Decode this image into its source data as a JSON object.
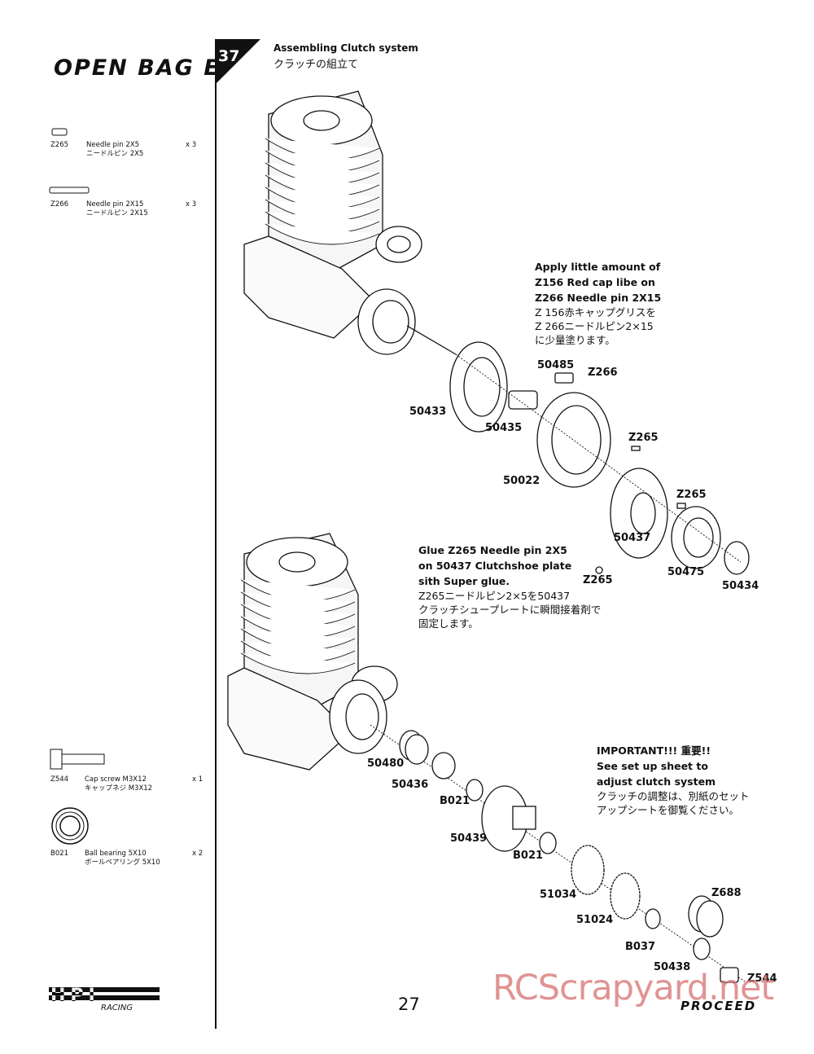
{
  "header": {
    "bag_title": "OPEN BAG  E",
    "step_number": "37",
    "step_title": "Assembling Clutch system",
    "step_title_jp": "クラッチの組立て"
  },
  "parts_top": [
    {
      "code": "Z265",
      "name": "Needle pin 2X5",
      "name_jp": "ニードルピン 2X5",
      "qty": "x 3",
      "icon": "needle-pin-short-icon"
    },
    {
      "code": "Z266",
      "name": "Needle pin 2X15",
      "name_jp": "ニードルピン 2X15",
      "qty": "x 3",
      "icon": "needle-pin-long-icon"
    }
  ],
  "parts_bottom": [
    {
      "code": "Z544",
      "name": "Cap screw M3X12",
      "name_jp": "キャップネジ M3X12",
      "qty": "x 1",
      "icon": "cap-screw-icon"
    },
    {
      "code": "B021",
      "name": "Ball bearing 5X10",
      "name_jp": "ボールベアリング 5X10",
      "qty": "x 2",
      "icon": "ball-bearing-icon"
    }
  ],
  "notes": {
    "apply": [
      "Apply little amount of",
      "Z156 Red cap libe on",
      "Z266 Needle pin 2X15"
    ],
    "apply_jp": [
      "Z 156赤キャップグリスを",
      "Z 266ニードルピン2×15",
      "に少量塗ります。"
    ],
    "glue": [
      "Glue Z265 Needle pin 2X5",
      "on 50437 Clutchshoe plate",
      "sith Super glue."
    ],
    "glue_jp": [
      "Z265ニードルピン2×5を50437",
      "クラッチシュープレートに瞬間接着剤で",
      "固定します。"
    ],
    "important": [
      "IMPORTANT!!! 重要!!",
      "See set up sheet to",
      "adjust clutch system"
    ],
    "important_jp": [
      "クラッチの調整は、別紙のセット",
      "アップシートを御覧ください。"
    ]
  },
  "labels_top": [
    "50485",
    "Z266",
    "50433",
    "50435",
    "Z265",
    "50022",
    "Z265",
    "50437",
    "50475",
    "50434",
    "Z265"
  ],
  "labels_bottom": [
    "50480",
    "50436",
    "B021",
    "50439",
    "B021",
    "51034",
    "51024",
    "Z688",
    "B037",
    "50438",
    "Z544"
  ],
  "footer": {
    "page_number": "27",
    "brand": "PROCEED",
    "logo_text": "HPI",
    "logo_sub": "RACING",
    "watermark": "RCScrapyard.net"
  }
}
